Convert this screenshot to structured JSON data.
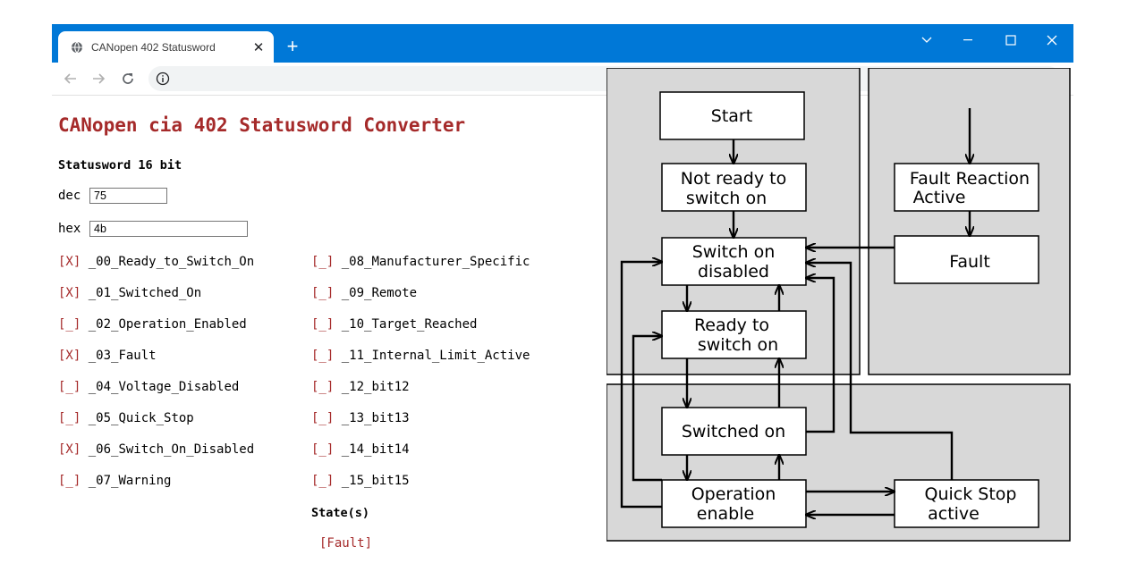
{
  "browser": {
    "tab_title": "CANopen 402 Statusword",
    "new_tab_label": "+",
    "close_label": "✕"
  },
  "page": {
    "title": "CANopen cia 402 Statusword Converter",
    "section_label": "Statusword 16 bit",
    "dec_label": "dec",
    "dec_value": "75",
    "hex_label": "hex",
    "hex_value": "4b",
    "bits_left": [
      {
        "check": "[X]",
        "name": "_00_Ready_to_Switch_On"
      },
      {
        "check": "[X]",
        "name": "_01_Switched_On"
      },
      {
        "check": "[_]",
        "name": "_02_Operation_Enabled"
      },
      {
        "check": "[X]",
        "name": "_03_Fault"
      },
      {
        "check": "[_]",
        "name": "_04_Voltage_Disabled"
      },
      {
        "check": "[_]",
        "name": "_05_Quick_Stop"
      },
      {
        "check": "[X]",
        "name": "_06_Switch_On_Disabled"
      },
      {
        "check": "[_]",
        "name": "_07_Warning"
      }
    ],
    "bits_right": [
      {
        "check": "[_]",
        "name": "_08_Manufacturer_Specific"
      },
      {
        "check": "[_]",
        "name": "_09_Remote"
      },
      {
        "check": "[_]",
        "name": "_10_Target_Reached"
      },
      {
        "check": "[_]",
        "name": "_11_Internal_Limit_Active"
      },
      {
        "check": "[_]",
        "name": "_12_bit12"
      },
      {
        "check": "[_]",
        "name": "_13_bit13"
      },
      {
        "check": "[_]",
        "name": "_14_bit14"
      },
      {
        "check": "[_]",
        "name": "_15_bit15"
      }
    ],
    "states_label": "State(s)",
    "state_value": "[Fault]"
  },
  "diagram": {
    "start": "Start",
    "not_ready_line1": "Not ready to",
    "not_ready_line2": "switch on",
    "switch_on_disabled_line1": "Switch on",
    "switch_on_disabled_line2": "disabled",
    "ready_line1": "Ready to",
    "ready_line2": "switch on",
    "switched_on": "Switched on",
    "operation_line1": "Operation",
    "operation_line2": "enable",
    "quick_stop_line1": "Quick Stop",
    "quick_stop_line2": "active",
    "fault_reaction_line1": "Fault Reaction",
    "fault_reaction_line2": "Active",
    "fault": "Fault"
  },
  "colors": {
    "titlebar": "#0078d7",
    "accent_red": "#a52a2a",
    "diagram_region": "#d8d8d8"
  }
}
